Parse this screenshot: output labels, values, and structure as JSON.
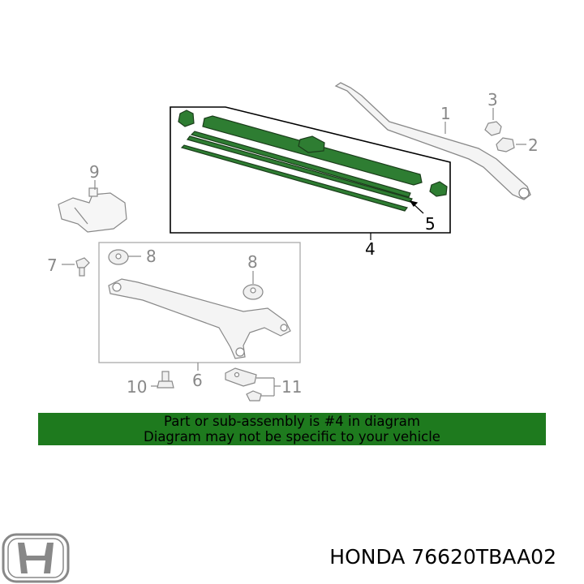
{
  "callouts": {
    "arm": "1",
    "arm_cap": "2",
    "nut_cap": "3",
    "blade": "4",
    "rubber": "5",
    "linkage": "6",
    "bolt": "7",
    "grommet_a": "8",
    "grommet_b": "8",
    "motor": "9",
    "bolt_b": "10",
    "bracket": "11"
  },
  "banner": {
    "line1": "Part or sub-assembly is #4 in diagram",
    "line2": "Diagram may not be specific to your vehicle",
    "color": "#1e7a1e"
  },
  "highlight_color": "#2e7d32",
  "footer": {
    "brand_part": "HONDA 76620TBAA02"
  },
  "logo": {
    "brand": "Honda"
  }
}
